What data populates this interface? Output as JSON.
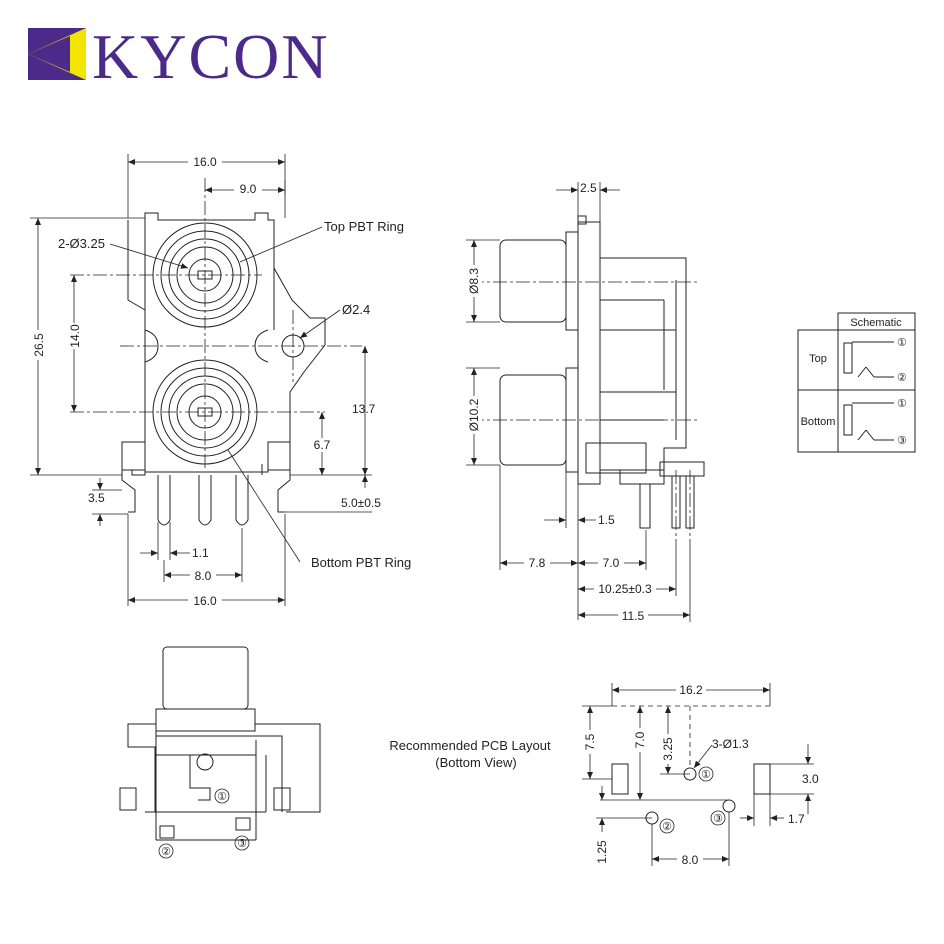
{
  "brand": {
    "name": "KYCON",
    "accent": "#4b2a8a",
    "highlight": "#f2e600"
  },
  "front_view": {
    "width_top": "16.0",
    "offset_9": "9.0",
    "hole_callout": "2-Ø3.25",
    "top_ring": "Top PBT Ring",
    "pin_hole": "Ø2.4",
    "height": "26.5",
    "center_spacing": "14.0",
    "dim_13_7": "13.7",
    "dim_6_7": "6.7",
    "dim_3_5": "3.5",
    "dim_5_0": "5.0±0.5",
    "dim_1_1": "1.1",
    "dim_8_0": "8.0",
    "width_bottom": "16.0",
    "bottom_ring": "Bottom PBT Ring"
  },
  "side_view": {
    "dim_2_5": "2.5",
    "dia_8_3": "Ø8.3",
    "dia_10_2": "Ø10.2",
    "dim_1_5": "1.5",
    "dim_7_8": "7.8",
    "dim_7_0": "7.0",
    "dim_10_25": "10.25±0.3",
    "dim_11_5": "11.5"
  },
  "schematic": {
    "title": "Schematic",
    "rows": [
      {
        "label": "Top",
        "pins": [
          "①",
          "②"
        ]
      },
      {
        "label": "Bottom",
        "pins": [
          "①",
          "③"
        ]
      }
    ]
  },
  "bottom_view": {
    "pins": [
      "①",
      "②",
      "③"
    ]
  },
  "pcb": {
    "title_line1": "Recommended PCB Layout",
    "title_line2": "(Bottom View)",
    "dim_16_2": "16.2",
    "dim_7_5": "7.5",
    "dim_7_0": "7.0",
    "dim_3_25": "3.25",
    "hole_callout": "3-Ø1.3",
    "dim_3_0": "3.0",
    "dim_1_7": "1.7",
    "dim_1_25": "1.25",
    "dim_8_0": "8.0",
    "pins": [
      "①",
      "②",
      "③"
    ]
  }
}
